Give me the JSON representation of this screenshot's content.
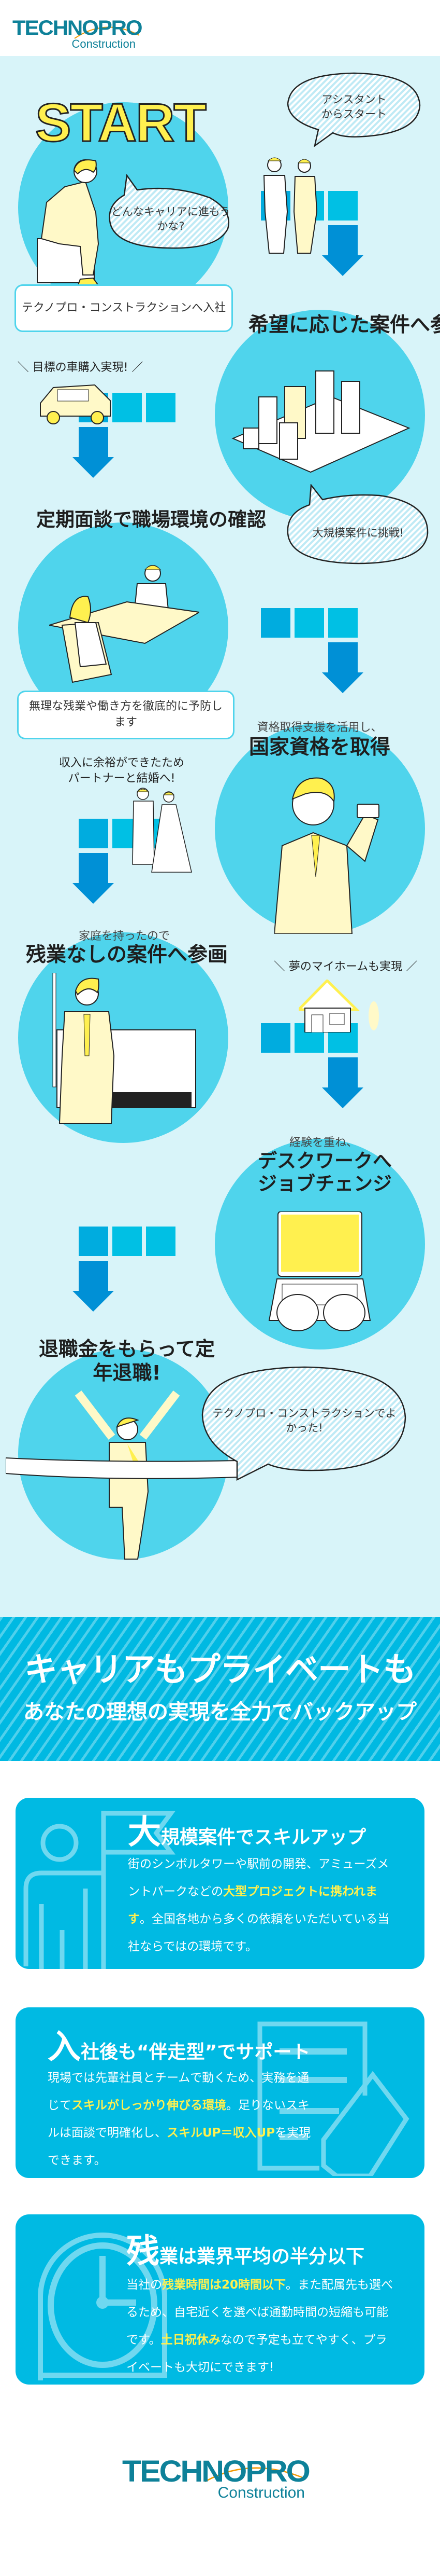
{
  "header": {
    "logo_main": "TECHNOPRO",
    "logo_sub": "Construction"
  },
  "colors": {
    "accent": "#00bae3",
    "circle": "#4fd4ec",
    "bg": "#d8f4f9",
    "highlight": "#fff04f",
    "arrow": "#0090d6",
    "brand": "#0e8199"
  },
  "story": {
    "start": "START",
    "start_bubble": "どんなキャリアに進もうかな?",
    "start_box": "テクノプロ・コンストラクションへ入社",
    "assistant_bubble": "アシスタントからスタート",
    "step1_title": "希望に応じた案件へ参画",
    "step1_bubble": "大規模案件に挑戦!",
    "car_label": "目標の車購入実現!",
    "step2_title": "定期面談で職場環境の確認",
    "step2_box": "無理な残業や働き方を徹底的に予防します",
    "step3_sub": "資格取得支援を活用し、",
    "step3_title": "国家資格を取得",
    "marriage_label": "収入に余裕ができたためパートナーと結婚へ!",
    "step4_sub": "家庭を持ったので",
    "step4_title": "残業なしの案件へ参画",
    "home_label": "夢のマイホームも実現",
    "step5_sub": "経験を重ね、",
    "step5_title": "デスクワークへジョブチェンジ",
    "step6_title": "退職金をもらって定年退職!",
    "final_bubble": "テクノプロ・コンストラクションでよかった!"
  },
  "banner": {
    "line1": "キャリアもプライベートも",
    "line2": "あなたの理想の実現を全力でバックアップ"
  },
  "cards": [
    {
      "title_big": "大",
      "title_rest": "規模案件でスキルアップ",
      "body": [
        "街のシンボルタワーや駅前の開発、アミューズメントパークなどの",
        "大型プロジェクトに携われます",
        "。全国各地から多くの依頼をいただいている当社ならではの環境です。"
      ]
    },
    {
      "title_big": "入",
      "title_rest": "社後も“伴走型”でサポート",
      "body": [
        "現場では先輩社員とチームで動くため、実務を通じて",
        "スキルがしっかり伸びる環境",
        "。足りないスキルは面談で明確化し、",
        "スキルUP＝収入UP",
        "を実現できます。"
      ]
    },
    {
      "title_big": "残",
      "title_rest": "業は業界平均の半分以下",
      "body": [
        "当社の",
        "残業時間は20時間以下",
        "。また配属先も選べるため、自宅近くを選べば通勤時間の短縮も可能です。",
        "土日祝休み",
        "なので予定も立てやすく、プライベートも大切にできます!"
      ]
    }
  ],
  "footer": {
    "logo_main": "TECHNOPRO",
    "logo_sub": "Construction"
  }
}
